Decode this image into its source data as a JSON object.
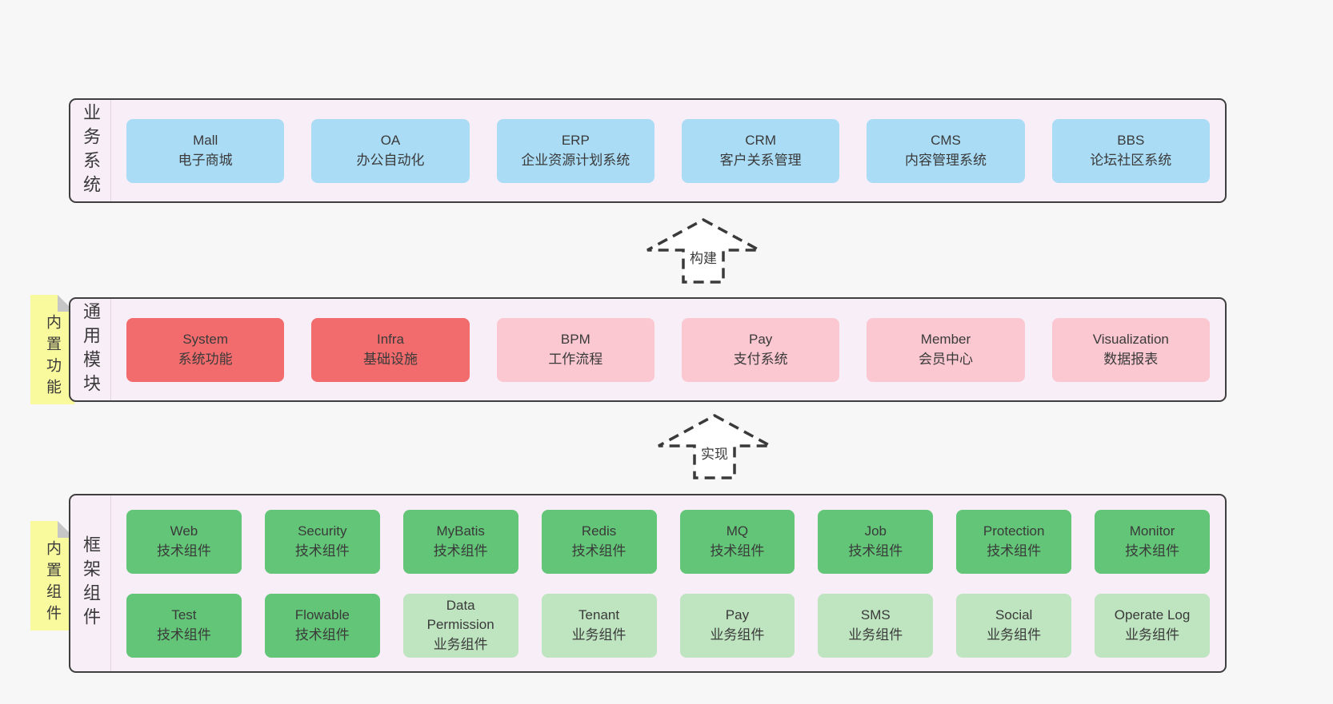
{
  "colors": {
    "page_bg": "#f7f7f7",
    "panel_bg": "#f8eef7",
    "panel_border": "#3f3f3f",
    "blue_box": "#aadcf6",
    "red_box": "#f36c6d",
    "pink_box": "#fbc8d1",
    "green_box": "#62c577",
    "light_green_box": "#bee4c0",
    "sticky_yellow": "#f9f99e",
    "sticky_fold": "#c6c6c6",
    "text": "#3a3a3a"
  },
  "arrows": [
    {
      "label": "构建"
    },
    {
      "label": "实现"
    }
  ],
  "layers": [
    {
      "label": "业务系统",
      "boxes": [
        {
          "name": "Mall",
          "desc": "电子商城",
          "variant": "blue"
        },
        {
          "name": "OA",
          "desc": "办公自动化",
          "variant": "blue"
        },
        {
          "name": "ERP",
          "desc": "企业资源计划系统",
          "variant": "blue"
        },
        {
          "name": "CRM",
          "desc": "客户关系管理",
          "variant": "blue"
        },
        {
          "name": "CMS",
          "desc": "内容管理系统",
          "variant": "blue"
        },
        {
          "name": "BBS",
          "desc": "论坛社区系统",
          "variant": "blue"
        }
      ]
    },
    {
      "label": "通用模块",
      "sticky": "内置功能",
      "boxes": [
        {
          "name": "System",
          "desc": "系统功能",
          "variant": "red"
        },
        {
          "name": "Infra",
          "desc": "基础设施",
          "variant": "red"
        },
        {
          "name": "BPM",
          "desc": "工作流程",
          "variant": "pink"
        },
        {
          "name": "Pay",
          "desc": "支付系统",
          "variant": "pink"
        },
        {
          "name": "Member",
          "desc": "会员中心",
          "variant": "pink"
        },
        {
          "name": "Visualization",
          "desc": "数据报表",
          "variant": "pink"
        }
      ]
    },
    {
      "label": "框架组件",
      "sticky": "内置组件",
      "rows": [
        [
          {
            "name": "Web",
            "desc": "技术组件",
            "variant": "green"
          },
          {
            "name": "Security",
            "desc": "技术组件",
            "variant": "green"
          },
          {
            "name": "MyBatis",
            "desc": "技术组件",
            "variant": "green"
          },
          {
            "name": "Redis",
            "desc": "技术组件",
            "variant": "green"
          },
          {
            "name": "MQ",
            "desc": "技术组件",
            "variant": "green"
          },
          {
            "name": "Job",
            "desc": "技术组件",
            "variant": "green"
          },
          {
            "name": "Protection",
            "desc": "技术组件",
            "variant": "green"
          },
          {
            "name": "Monitor",
            "desc": "技术组件",
            "variant": "green"
          }
        ],
        [
          {
            "name": "Test",
            "desc": "技术组件",
            "variant": "green"
          },
          {
            "name": "Flowable",
            "desc": "技术组件",
            "variant": "green"
          },
          {
            "name": "Data Permission",
            "desc": "业务组件",
            "variant": "lightgreen"
          },
          {
            "name": "Tenant",
            "desc": "业务组件",
            "variant": "lightgreen"
          },
          {
            "name": "Pay",
            "desc": "业务组件",
            "variant": "lightgreen"
          },
          {
            "name": "SMS",
            "desc": "业务组件",
            "variant": "lightgreen"
          },
          {
            "name": "Social",
            "desc": "业务组件",
            "variant": "lightgreen"
          },
          {
            "name": "Operate Log",
            "desc": "业务组件",
            "variant": "lightgreen"
          }
        ]
      ]
    }
  ]
}
